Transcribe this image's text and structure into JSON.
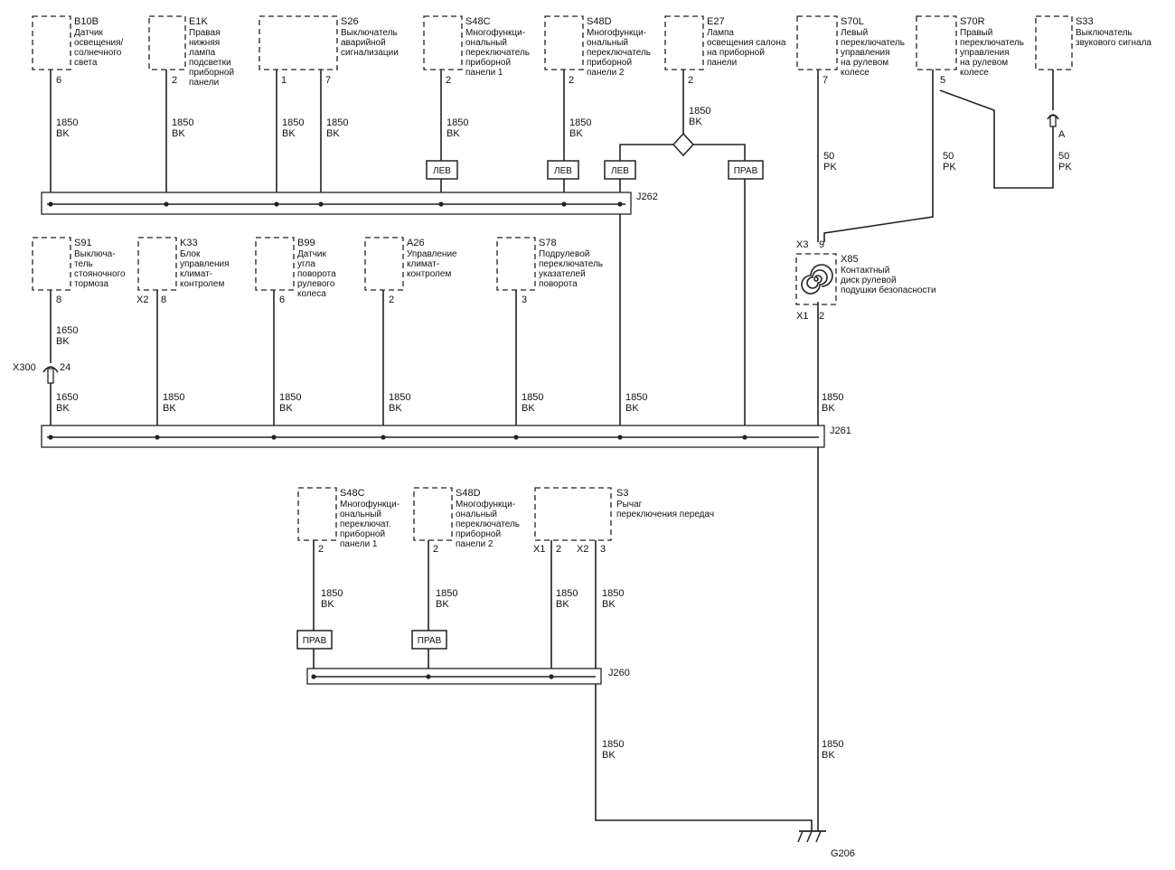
{
  "colors": {
    "line": "#222222",
    "background": "#ffffff"
  },
  "components": {
    "b10b": {
      "id": "B10B",
      "lines": [
        "Датчик",
        "освещения/",
        "солнечного",
        "света"
      ],
      "pins": [
        "6"
      ]
    },
    "e1k": {
      "id": "E1K",
      "lines": [
        "Правая",
        "нижняя",
        "лампа",
        "подсветки",
        "приборной",
        "панели"
      ],
      "pins": [
        "2"
      ]
    },
    "s26": {
      "id": "S26",
      "lines": [
        "Выключатель",
        "аварийной",
        "сигнализации"
      ],
      "pins": [
        "1",
        "7"
      ]
    },
    "s48c_top": {
      "id": "S48C",
      "lines": [
        "Многофункци-",
        "ональный",
        "переключатель",
        "приборной",
        "панели 1"
      ],
      "pins": [
        "2"
      ]
    },
    "s48d_top": {
      "id": "S48D",
      "lines": [
        "Многофункци-",
        "ональный",
        "переключатель",
        "приборной",
        "панели 2"
      ],
      "pins": [
        "2"
      ]
    },
    "e27": {
      "id": "E27",
      "lines": [
        "Лампа",
        "освещения салона",
        "на приборной",
        "панели"
      ],
      "pins": [
        "2"
      ]
    },
    "s70l": {
      "id": "S70L",
      "lines": [
        "Левый",
        "переключатель",
        "управления",
        "на рулевом",
        "колесе"
      ],
      "pins": [
        "7"
      ]
    },
    "s70r": {
      "id": "S70R",
      "lines": [
        "Правый",
        "переключатель",
        "управления",
        "на рулевом",
        "колесе"
      ],
      "pins": [
        "5"
      ]
    },
    "s33": {
      "id": "S33",
      "lines": [
        "Выключатель",
        "звукового сигнала"
      ],
      "pins": []
    },
    "s91": {
      "id": "S91",
      "lines": [
        "Выключа-",
        "тель",
        "стояночного",
        "тормоза"
      ],
      "pins": [
        "8"
      ]
    },
    "k33": {
      "id": "K33",
      "lines": [
        "Блок",
        "управления",
        "климат-",
        "контролем"
      ],
      "pins": [
        "X2",
        "8"
      ]
    },
    "b99": {
      "id": "B99",
      "lines": [
        "Датчик",
        "угла",
        "поворота",
        "рулевого",
        "колеса"
      ],
      "pins": [
        "6"
      ]
    },
    "a26": {
      "id": "A26",
      "lines": [
        "Управление",
        "климат-",
        "контролем"
      ],
      "pins": [
        "2"
      ]
    },
    "s78": {
      "id": "S78",
      "lines": [
        "Подрулевой",
        "переключатель",
        "указателей",
        "поворота"
      ],
      "pins": [
        "3"
      ]
    },
    "s48c_bot": {
      "id": "S48C",
      "lines": [
        "Многофункци-",
        "ональный",
        "переключат.",
        "приборной",
        "панели 1"
      ],
      "pins": [
        "2"
      ]
    },
    "s48d_bot": {
      "id": "S48D",
      "lines": [
        "Многофункци-",
        "ональный",
        "переключатель",
        "приборной",
        "панели 2"
      ],
      "pins": [
        "2"
      ]
    },
    "s3": {
      "id": "S3",
      "lines": [
        "Рычаг",
        "переключения передач"
      ],
      "pins": [
        "X1",
        "2",
        "X2",
        "3"
      ]
    },
    "x85": {
      "id": "X85",
      "lines": [
        "Контактный",
        "диск рулевой",
        "подушки безопасности"
      ],
      "pins": [
        "X3",
        "9",
        "X1",
        "2"
      ]
    }
  },
  "wire_labels": {
    "w1850bk": [
      "1850",
      "BK"
    ],
    "w1650bk": [
      "1650",
      "BK"
    ],
    "w50pk": [
      "50",
      "PK"
    ]
  },
  "tags": {
    "left": "ЛЕВ",
    "right": "ПРАВ"
  },
  "connectors": {
    "x300": "X300",
    "x300_pin": "24",
    "s33_pin": "A"
  },
  "buses": {
    "j262": "J262",
    "j261": "J261",
    "j260": "J260"
  },
  "ground": "G206"
}
